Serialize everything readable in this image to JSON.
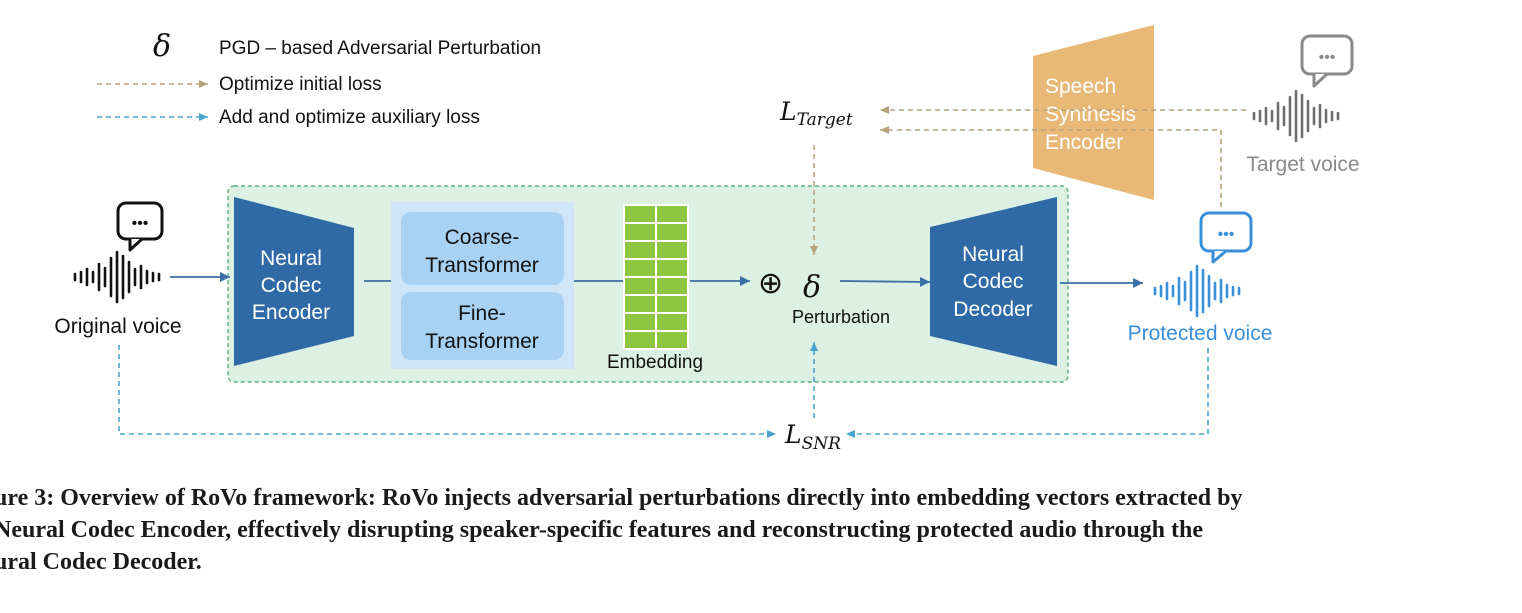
{
  "colors": {
    "encoder_blue": "#2f6aa6",
    "transformer_outer": "#cfe6f8",
    "transformer_inner": "#a8d2f3",
    "panel_fill": "#ddf0e4",
    "panel_border": "#5fae7c",
    "embedding_green": "#8cc63f",
    "synth_orange": "#e8b877",
    "loss_arrow_tan": "#b8a27e",
    "aux_arrow_blue": "#4aa3cf",
    "main_arrow": "#3a6ea5",
    "protected_blue": "#3a8fd9",
    "target_gray": "#8a8a8a"
  },
  "legend": {
    "delta_symbol": "δ",
    "delta_text": "PGD – based Adversarial Perturbation",
    "initial_loss_text": "Optimize initial loss",
    "aux_loss_text": "Add and optimize auxiliary loss"
  },
  "encoder": {
    "line1": "Neural",
    "line2": "Codec",
    "line3": "Encoder"
  },
  "coarse": {
    "line1": "Coarse-",
    "line2": "Transformer"
  },
  "fine": {
    "line1": "Fine-",
    "line2": "Transformer"
  },
  "embedding_label": "Embedding",
  "perturb": {
    "oplus": "⊕",
    "delta": "δ",
    "label": "Perturbation"
  },
  "decoder": {
    "line1": "Neural",
    "line2": "Codec",
    "line3": "Decoder"
  },
  "synth": {
    "line1": "Speech",
    "line2": "Synthesis",
    "line3": "Encoder"
  },
  "voices": {
    "original": "Original voice",
    "protected": "Protected voice",
    "target": "Target voice",
    "bubble_dots": "•••"
  },
  "losses": {
    "target_main": "L",
    "target_sub": "Target",
    "snr_main": "L",
    "snr_sub": "SNR"
  },
  "caption": {
    "line1": "ure 3: Overview of RoVo framework: RoVo injects adversarial perturbations directly into embedding vectors extracted by",
    "line2": "Neural Codec Encoder, effectively disrupting speaker-specific features and reconstructing protected audio through the",
    "line3": "ural Codec Decoder."
  }
}
